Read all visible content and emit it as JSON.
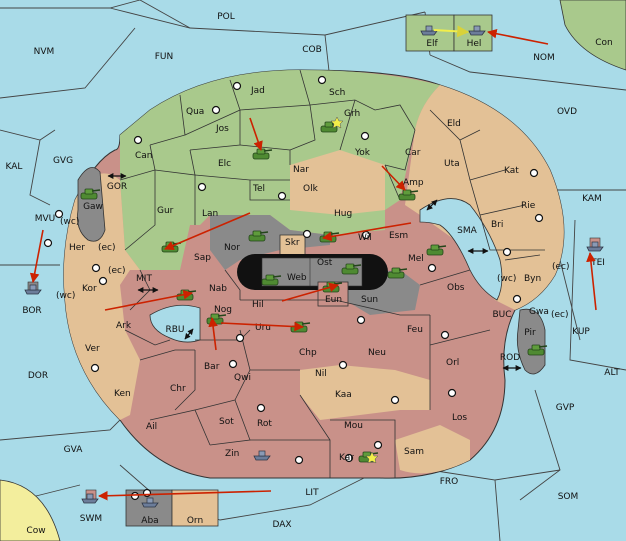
{
  "colors": {
    "sea": "#a9dbe8",
    "green": "#a9c98c",
    "tan": "#e3c196",
    "red": "#c99189",
    "grey": "#8a8a8a",
    "supply_center": "#111111",
    "order_arrow": "#cc2200",
    "hold_arrow": "#f2ee4a"
  },
  "sea_labels": {
    "pol": "POL",
    "nvm": "NVM",
    "fun": "FUN",
    "cob": "COB",
    "con": "Con",
    "nom": "NOM",
    "ovd": "OVD",
    "kal": "KAL",
    "gvg": "GVG",
    "kam": "KAM",
    "mvu": "MVU",
    "bor": "BOR",
    "gor": "GOR",
    "mit": "MIT",
    "rbu": "RBU",
    "sma": "SMA",
    "buc": "BUC",
    "kup": "KUP",
    "tei": "TEI",
    "rod": "ROD",
    "alt": "ALT",
    "gvp": "GVP",
    "dor": "DOR",
    "gva": "GVA",
    "fro": "FRO",
    "lit": "LIT",
    "som": "SOM",
    "swm": "SWM",
    "cow": "Cow",
    "dax": "DAX"
  },
  "island_labels": {
    "elf": "Elf",
    "hel": "Hel",
    "gaw": "Gaw",
    "pir": "Pir",
    "aba": "Aba",
    "orn": "Orn"
  },
  "province_labels": {
    "jad": "Jad",
    "sch": "Sch",
    "qua": "Qua",
    "grh": "Grh",
    "jos": "Jos",
    "can": "Can",
    "yok": "Yok",
    "car": "Car",
    "eld": "Eld",
    "elc": "Elc",
    "nar": "Nar",
    "uta": "Uta",
    "amp": "Amp",
    "tel": "Tel",
    "olk": "Olk",
    "kat": "Kat",
    "gur": "Gur",
    "lan": "Lan",
    "hug": "Hug",
    "rie": "Rie",
    "esm": "Esm",
    "wil": "Wil",
    "bri": "Bri",
    "her": "Her",
    "nor": "Nor",
    "sap": "Sap",
    "skr": "Skr",
    "ost": "Ost",
    "mel": "Mel",
    "web": "Web",
    "kor": "Kor",
    "nab": "Nab",
    "byn": "Byn",
    "obs": "Obs",
    "eun": "Eun",
    "sun": "Sun",
    "hil": "Hil",
    "gwa": "Gwa",
    "nog": "Nog",
    "ark": "Ark",
    "uru": "Uru",
    "feu": "Feu",
    "ver": "Ver",
    "chp": "Chp",
    "neu": "Neu",
    "orl": "Orl",
    "bar": "Bar",
    "qwi": "Qwi",
    "nil": "Nil",
    "ken": "Ken",
    "chr": "Chr",
    "kaa": "Kaa",
    "los": "Los",
    "sot": "Sot",
    "rot": "Rot",
    "mou": "Mou",
    "ail": "Ail",
    "zin": "Zin",
    "kar": "Kar",
    "sam": "Sam"
  },
  "coast_labels": {
    "her_wc": "(wc)",
    "her_ec": "(ec)",
    "kor_ec": "(ec)",
    "kor_wc": "(wc)",
    "byn_wc": "(wc)",
    "byn_ec": "(ec)",
    "gwa_ec": "(ec)"
  },
  "legend_note": ""
}
